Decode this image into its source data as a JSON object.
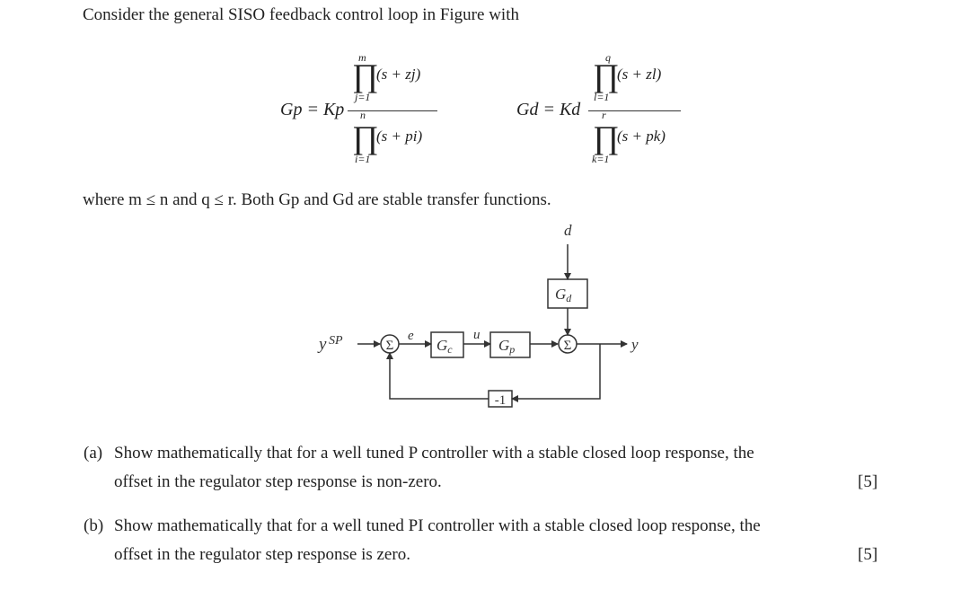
{
  "intro": "Consider the general SISO feedback control loop in Figure with",
  "eq_gp": {
    "lhs": "Gp = Kp",
    "num_upper": "m",
    "num_term": "(s + zj)",
    "num_lower": "j=1",
    "den_upper": "n",
    "den_term": "(s + pi)",
    "den_lower": "i=1"
  },
  "eq_gd": {
    "lhs": "Gd = Kd",
    "num_upper": "q",
    "num_term": "(s + zl)",
    "num_lower": "l=1",
    "den_upper": "r",
    "den_term": "(s + pk)",
    "den_lower": "k=1"
  },
  "where": "where m ≤ n and q ≤ r. Both Gp and Gd are stable transfer functions.",
  "diagram": {
    "setpoint": "ySP",
    "disturbance": "d",
    "gd_block": "Gd",
    "gc_block": "Gc",
    "gp_block": "Gp",
    "sum_symbol": "Σ",
    "error_signal": "e",
    "control_signal": "u",
    "output": "y",
    "feedback_gain": "-1"
  },
  "questions": [
    {
      "label": "(a)",
      "line1": "Show mathematically that for a well tuned P controller with a stable closed loop response, the",
      "line2": "offset in the regulator step response is non-zero.",
      "marks": "[5]"
    },
    {
      "label": "(b)",
      "line1": "Show mathematically that for a well tuned PI controller with a stable closed loop response, the",
      "line2": "offset in the regulator step response is zero.",
      "marks": "[5]"
    }
  ]
}
